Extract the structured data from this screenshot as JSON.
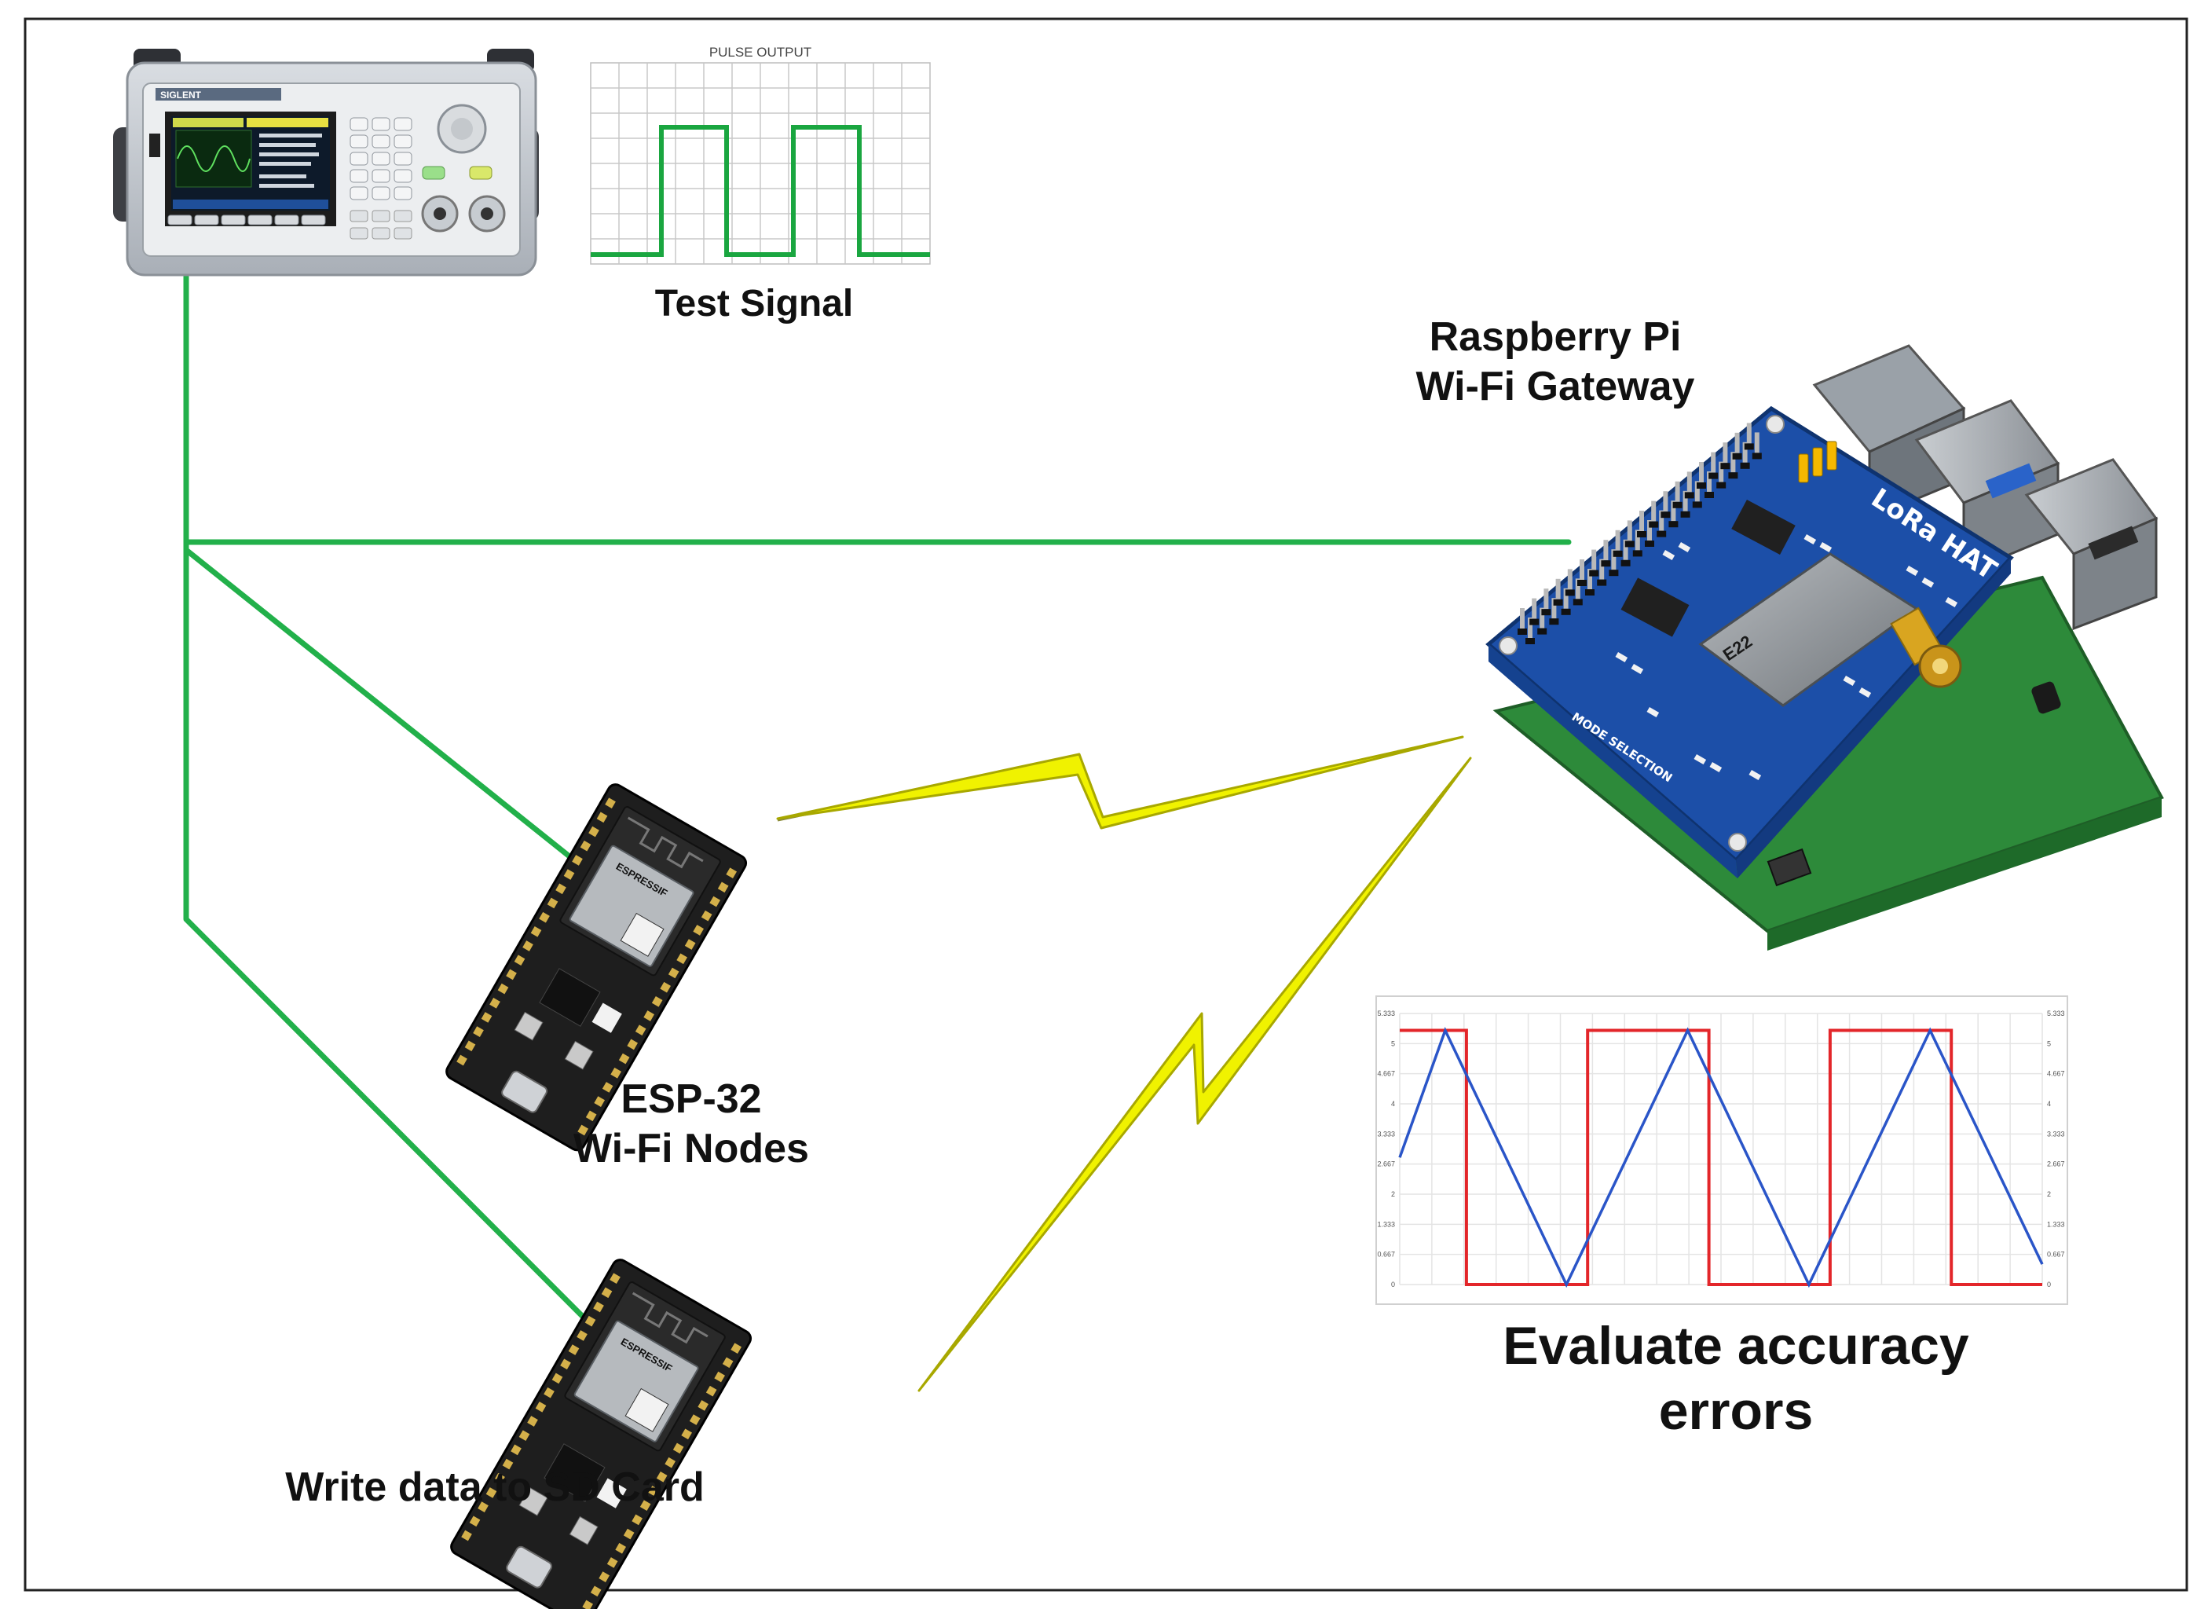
{
  "labels": {
    "test_signal": "Test Signal",
    "rpi_line1": "Raspberry Pi",
    "rpi_line2": "Wi-Fi Gateway",
    "esp_line1": "ESP-32",
    "esp_line2": "Wi-Fi Nodes",
    "sd_card": "Write data to SD Card",
    "eval_line1": "Evaluate accuracy",
    "eval_line2": "errors"
  },
  "pulse_chart": {
    "title": "PULSE OUTPUT"
  },
  "device_text": {
    "generator_brand": "SIGLENT",
    "esp_brand": "ESPRESSIF",
    "hat_name": "LoRa HAT",
    "hat_mode": "MODE SELECTION",
    "module_name": "E22"
  },
  "chart_data": {
    "type": "line",
    "series": [
      {
        "color": "#e3262a",
        "shape": "square",
        "x": [
          0,
          0.55,
          0.55,
          1.55,
          1.55,
          2.55,
          2.55,
          3.55,
          3.55,
          4.55,
          4.55,
          5.3
        ],
        "y": [
          5,
          5,
          0,
          0,
          5,
          5,
          0,
          0,
          5,
          5,
          0,
          0
        ]
      },
      {
        "color": "#2a55c8",
        "shape": "triangle",
        "x": [
          0,
          0.375,
          1.375,
          2.375,
          3.375,
          4.375,
          5.3
        ],
        "y": [
          2.5,
          5,
          0,
          5,
          0,
          5,
          0.4
        ]
      }
    ],
    "y_ticks_left": [
      "5.333",
      "5",
      "4.667",
      "4",
      "3.333",
      "2.667",
      "2",
      "1.333",
      "0.667",
      "0"
    ],
    "y_ticks_right": [
      "5.333",
      "5",
      "4.667",
      "4",
      "3.333",
      "2.667",
      "2",
      "1.333",
      "0.667",
      "0"
    ],
    "ylim": [
      0,
      5.333
    ],
    "grid": true
  },
  "colors": {
    "wire": "#22b04a",
    "bolt": "#f0f200",
    "bolt_edge": "#a8a800",
    "board_blue": "#1c4fa8",
    "rpi_green": "#2d8a3a",
    "esp_black": "#1e1e1e"
  }
}
